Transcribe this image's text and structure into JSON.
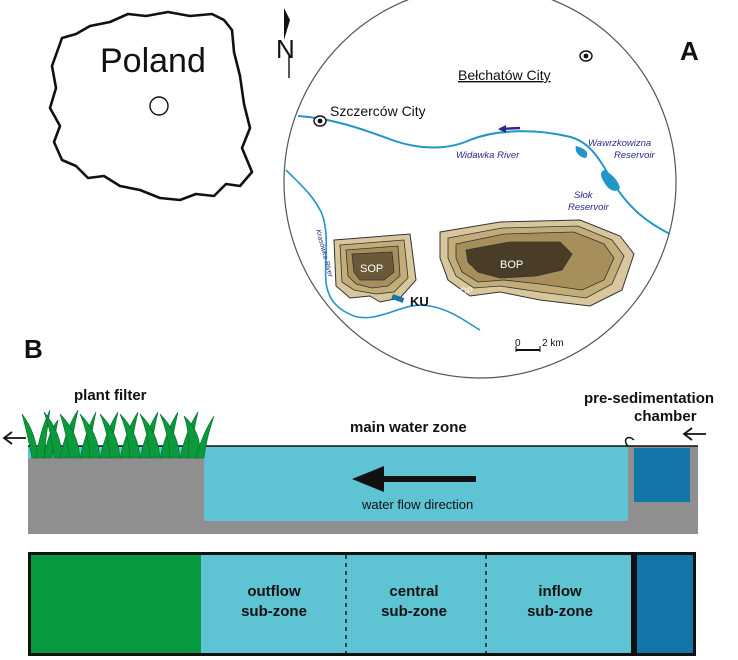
{
  "panel_a": {
    "letter": "A",
    "country_label": "Poland",
    "north_label": "N",
    "cities": {
      "belchatow": "Bełchatów City",
      "szczercow": "Szczerców City"
    },
    "rivers": {
      "widawka": "Widawka River",
      "krasowka": "Krasówka River"
    },
    "reservoirs": {
      "wawrzkowizna_line1": "Wawrzkowizna",
      "wawrzkowizna_line2": "Reservoir",
      "slok_line1": "Słok",
      "slok_line2": "Reservoir"
    },
    "pits": {
      "sop": "SOP",
      "bop": "BOP",
      "op": "OP"
    },
    "site_label": "KU",
    "scale": {
      "start": "0",
      "end": "2 km"
    }
  },
  "panel_b": {
    "letter": "B",
    "plant_filter": "plant filter",
    "main_water_zone": "main water zone",
    "pre_sed_line1": "pre-sedimentation",
    "pre_sed_line2": "chamber",
    "flow_direction": "water flow direction",
    "outflow_line1": "outflow",
    "outflow_line2": "sub-zone",
    "central_line1": "central",
    "central_line2": "sub-zone",
    "inflow_line1": "inflow",
    "inflow_line2": "sub-zone"
  },
  "colors": {
    "water": "#5ec3d2",
    "river": "#2196c8",
    "plant_green": "#079a3e",
    "chamber_blue": "#1276a8",
    "sediment_gray": "#8f8f8f",
    "pit_tan": "#c9b48a",
    "pit_dark": "#4a3d28",
    "label_navy": "#2a2a8a"
  }
}
